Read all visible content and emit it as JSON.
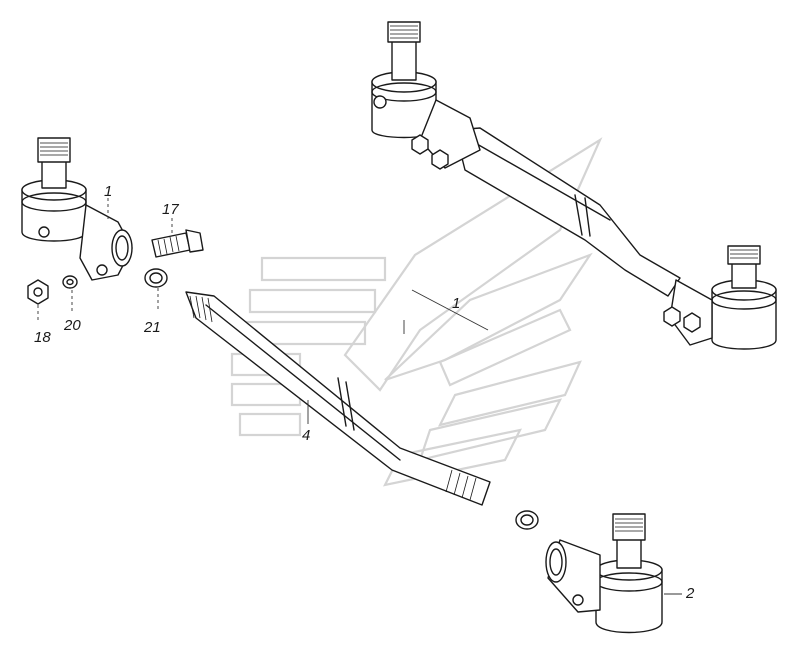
{
  "callouts": {
    "c1": "1",
    "c2": "2",
    "c4": "4",
    "c17": "17",
    "c18": "18",
    "c20": "20",
    "c21": "21",
    "c_assembly": "1"
  },
  "colors": {
    "line": "#1a1a1a",
    "watermark": "#d4d4d4",
    "background": "#ffffff"
  }
}
